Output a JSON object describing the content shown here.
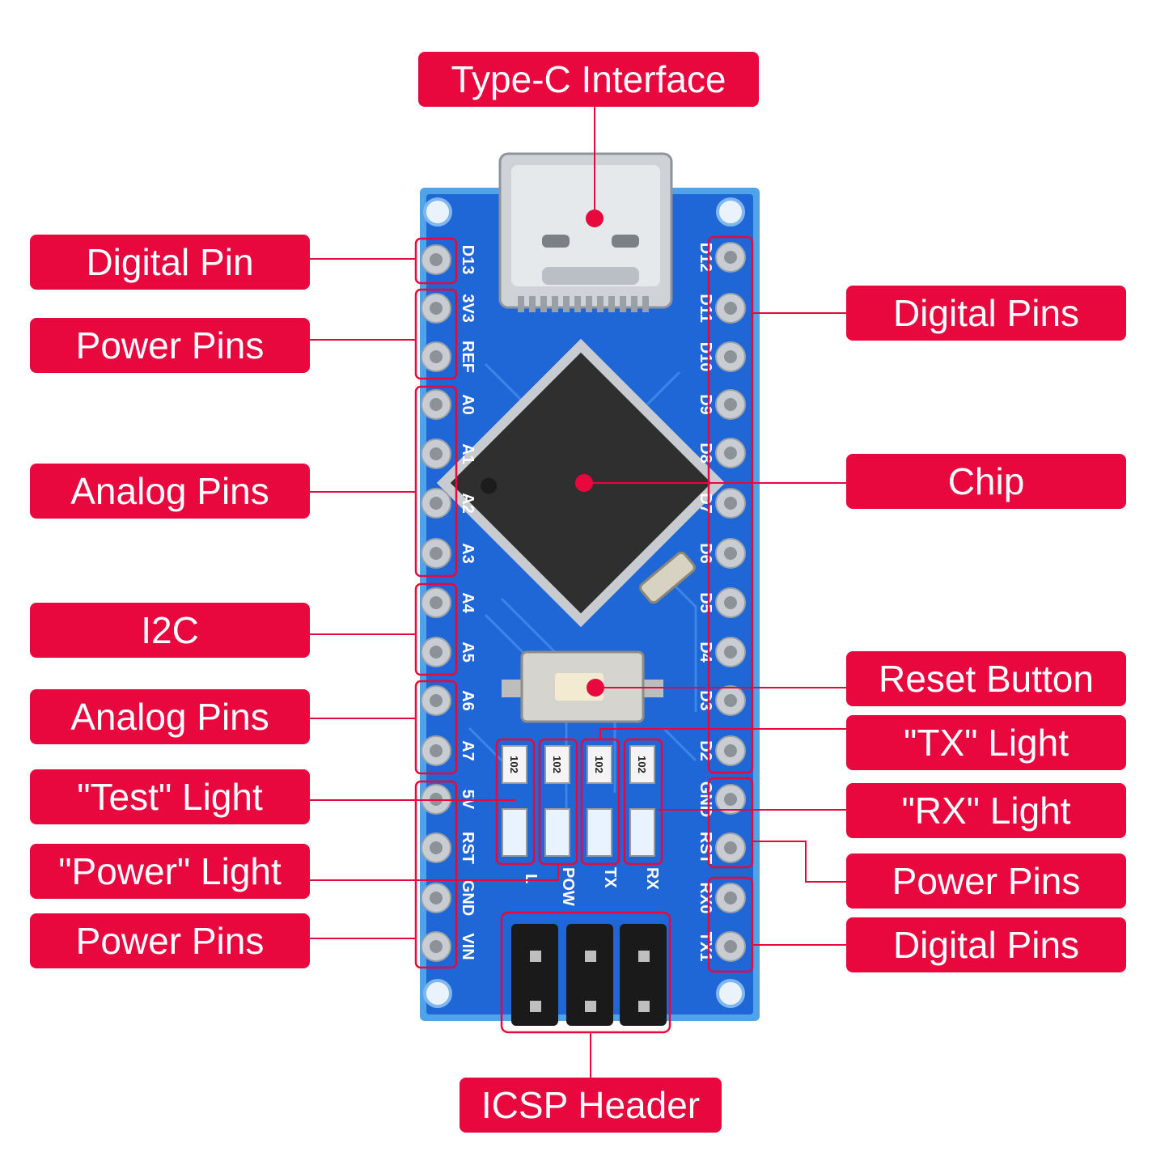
{
  "colors": {
    "callout_bg": "#e8083e",
    "callout_text": "#ffffff",
    "leader_line": "#e8083e",
    "board_blue": "#1f66d6",
    "board_edge": "#4fa3ea",
    "chip_body": "#2e2e2e",
    "header_black": "#1a1a1a"
  },
  "callouts": {
    "type_c": "Type-C Interface",
    "digital_pin_left": "Digital Pin",
    "power_pins_left_top": "Power Pins",
    "analog_pins_left_1": "Analog Pins",
    "i2c": "I2C",
    "analog_pins_left_2": "Analog Pins",
    "test_light": "\"Test\" Light",
    "power_light": "\"Power\" Light",
    "power_pins_left_bottom": "Power Pins",
    "digital_pins_right_top": "Digital Pins",
    "chip": "Chip",
    "reset_button": "Reset Button",
    "tx_light": "\"TX\" Light",
    "rx_light": "\"RX\" Light",
    "power_pins_right": "Power Pins",
    "digital_pins_right_bottom": "Digital Pins",
    "icsp_header": "ICSP Header"
  },
  "silkscreen": {
    "left": [
      "D13",
      "3V3",
      "REF",
      "A0",
      "A1",
      "A2",
      "A3",
      "A4",
      "A5",
      "A6",
      "A7",
      "5V",
      "RST",
      "GND",
      "VIN"
    ],
    "right": [
      "D12",
      "D11",
      "D10",
      "D9",
      "D8",
      "D7",
      "D6",
      "D5",
      "D4",
      "D3",
      "D2",
      "GND",
      "RST",
      "RX0",
      "TX1"
    ],
    "led_labels": [
      "L",
      "POW",
      "TX",
      "RX"
    ],
    "resistor_code": "102"
  }
}
